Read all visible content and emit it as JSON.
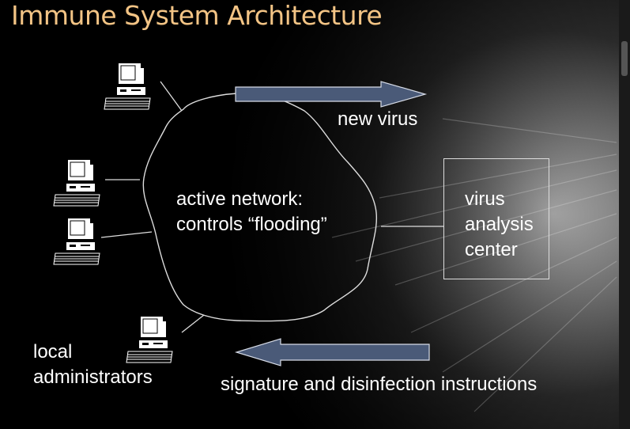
{
  "title": "Immune System Architecture",
  "cloud": {
    "line1": "active network:",
    "line2": "controls “flooding”"
  },
  "arrow_top": {
    "label": "new virus",
    "direction": "right"
  },
  "arrow_bottom": {
    "label": "signature and disinfection instructions",
    "direction": "left"
  },
  "analysis_center": {
    "line1": "virus",
    "line2": "analysis",
    "line3": "center"
  },
  "local_admin": {
    "line1": "local",
    "line2": "administrators"
  },
  "computers": [
    {
      "icon": "desktop-computer-icon"
    },
    {
      "icon": "desktop-computer-icon"
    },
    {
      "icon": "desktop-computer-icon"
    },
    {
      "icon": "desktop-computer-icon"
    }
  ],
  "colors": {
    "title": "#f3c485",
    "text": "#ffffff",
    "arrow_fill": "#4a5a78",
    "arrow_stroke": "#d6dbe6",
    "line": "#dddddd",
    "background": "#000000"
  }
}
